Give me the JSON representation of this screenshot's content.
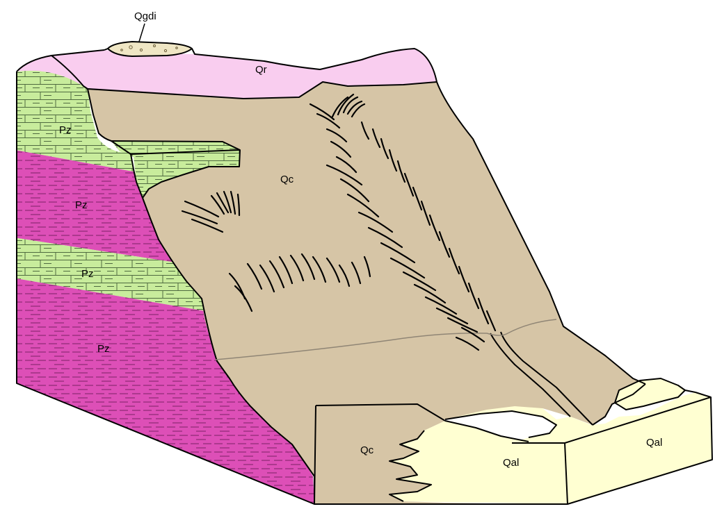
{
  "colors": {
    "Qgdi": "#efe6c4",
    "Qr": "#f9cdef",
    "Qc": "#d6c5a6",
    "Pz_limestone": "#c8ec9c",
    "Pz_shale": "#dd4fb7",
    "Qal": "#ffffd2",
    "contact_line": "#8f8575",
    "outline": "#000000"
  },
  "labels": {
    "qgdi": "Qgdi",
    "qr": "Qr",
    "qc_slope": "Qc",
    "qc_front": "Qc",
    "pz_1": "Pz",
    "pz_2": "Pz",
    "pz_3": "Pz",
    "pz_4": "Pz",
    "qal_front": "Qal",
    "qal_side": "Qal"
  }
}
